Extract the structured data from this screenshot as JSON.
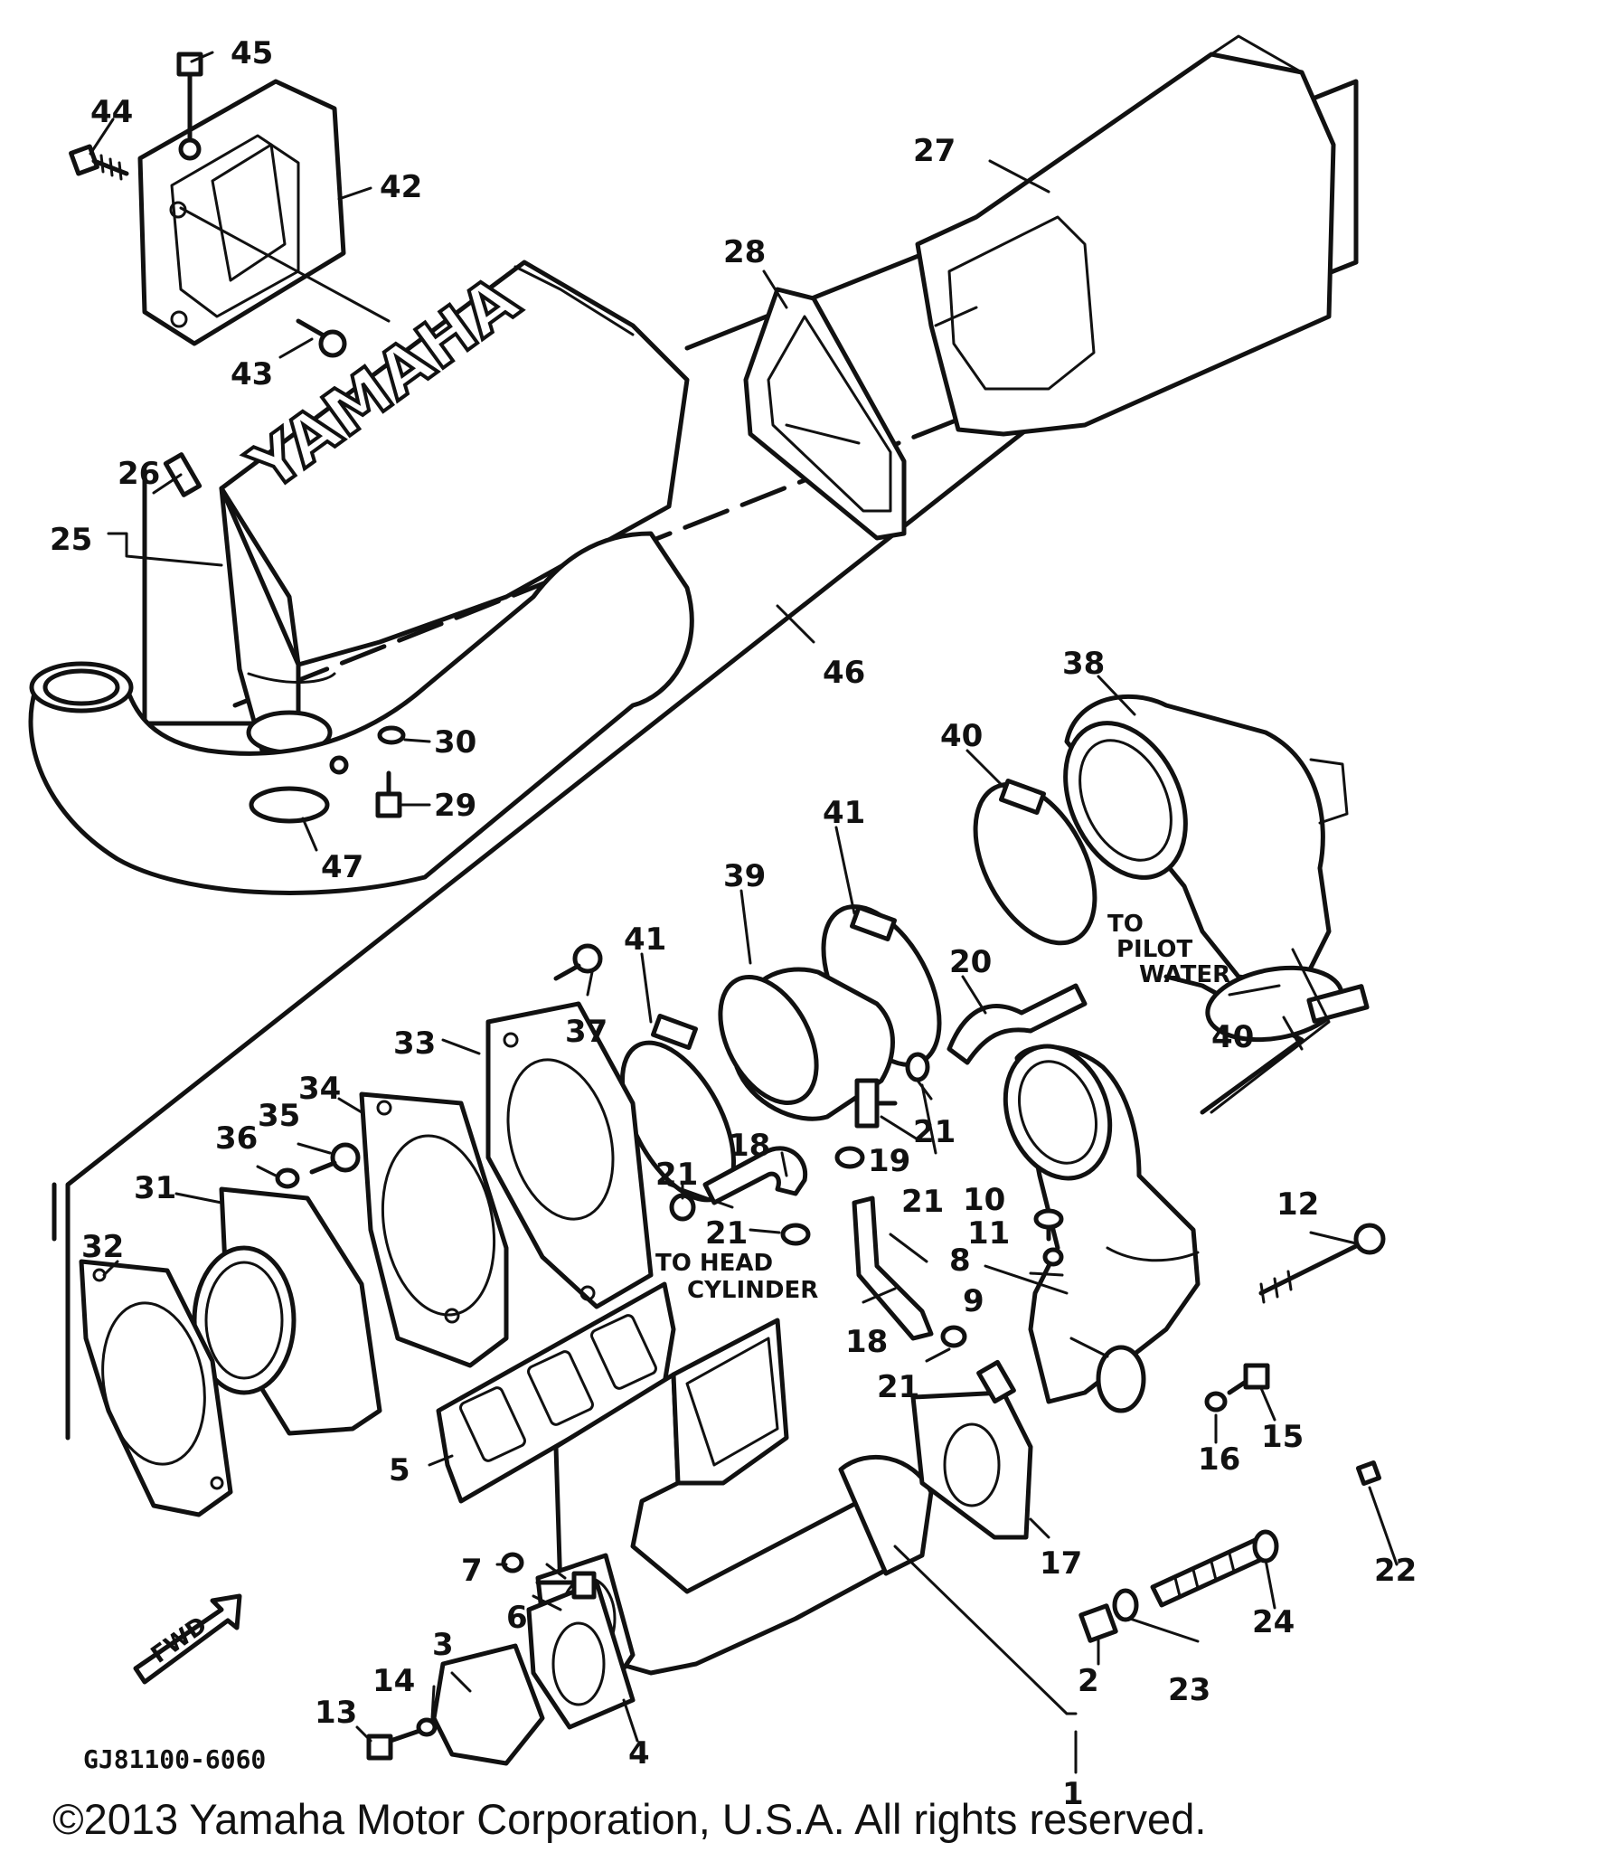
{
  "diagram": {
    "brand_text": "YAMAHA",
    "fwd_text": "FWD",
    "drawing_code": "GJ81100-6060",
    "copyright": "©2013 Yamaha Motor Corporation, U.S.A. All rights reserved.",
    "annotations": {
      "pilot_water": [
        "TO",
        "PILOT",
        "WATER"
      ],
      "head_cylinder": [
        "TO HEAD",
        "CYLINDER"
      ]
    },
    "part_labels": {
      "p1": "1",
      "p2": "2",
      "p3": "3",
      "p4": "4",
      "p5": "5",
      "p6": "6",
      "p7": "7",
      "p8": "8",
      "p9": "9",
      "p10": "10",
      "p11": "11",
      "p12": "12",
      "p13": "13",
      "p14": "14",
      "p15": "15",
      "p16": "16",
      "p17": "17",
      "p18a": "18",
      "p18b": "18",
      "p19": "19",
      "p20": "20",
      "p21a": "21",
      "p21b": "21",
      "p21c": "21",
      "p21d": "21",
      "p21e": "21",
      "p22": "22",
      "p23": "23",
      "p24": "24",
      "p25": "25",
      "p26": "26",
      "p27": "27",
      "p28": "28",
      "p29": "29",
      "p30": "30",
      "p31": "31",
      "p32": "32",
      "p33": "33",
      "p34": "34",
      "p35": "35",
      "p36": "36",
      "p37": "37",
      "p38": "38",
      "p39": "39",
      "p40a": "40",
      "p40b": "40",
      "p41a": "41",
      "p41b": "41",
      "p42": "42",
      "p43": "43",
      "p44": "44",
      "p45": "45",
      "p46": "46",
      "p47": "47"
    }
  }
}
